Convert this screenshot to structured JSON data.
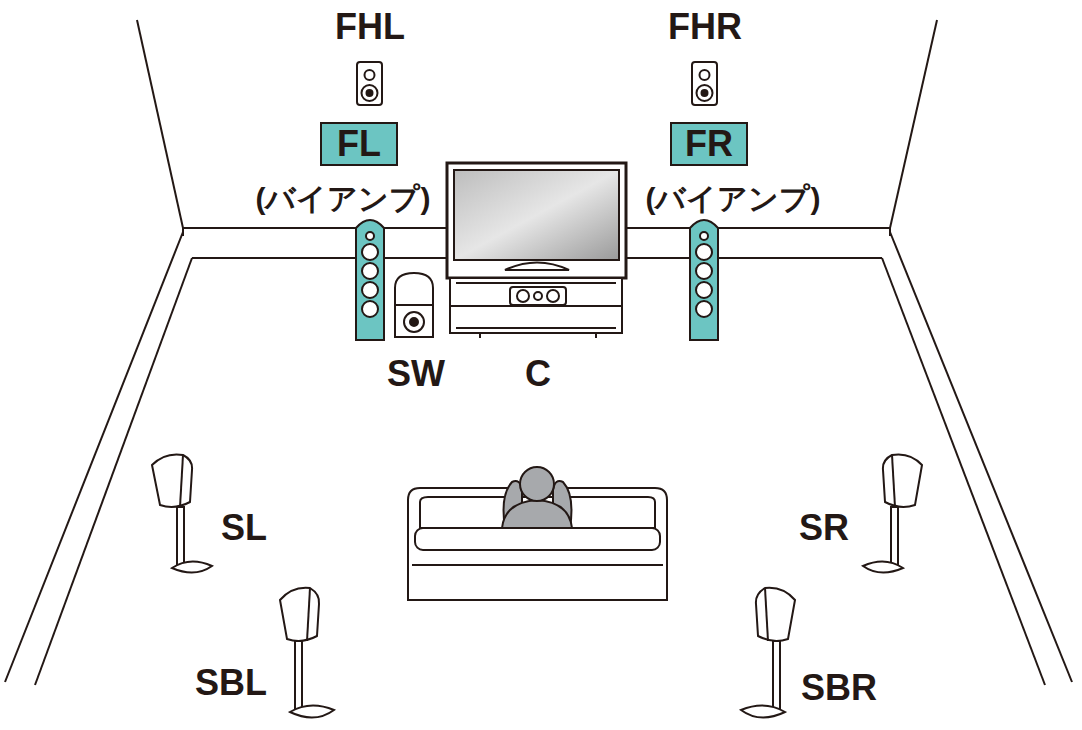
{
  "diagram": {
    "nodes": [
      {
        "text": [
          "FL"
        ]
      },
      {
        "text": [
          "FR"
        ]
      }
    ],
    "labels": [
      "FHL",
      "FHR",
      "(バイアンプ)",
      "(バイアンプ)",
      "SW",
      "C",
      "SL",
      "SR",
      "SBL",
      "SBR"
    ]
  }
}
